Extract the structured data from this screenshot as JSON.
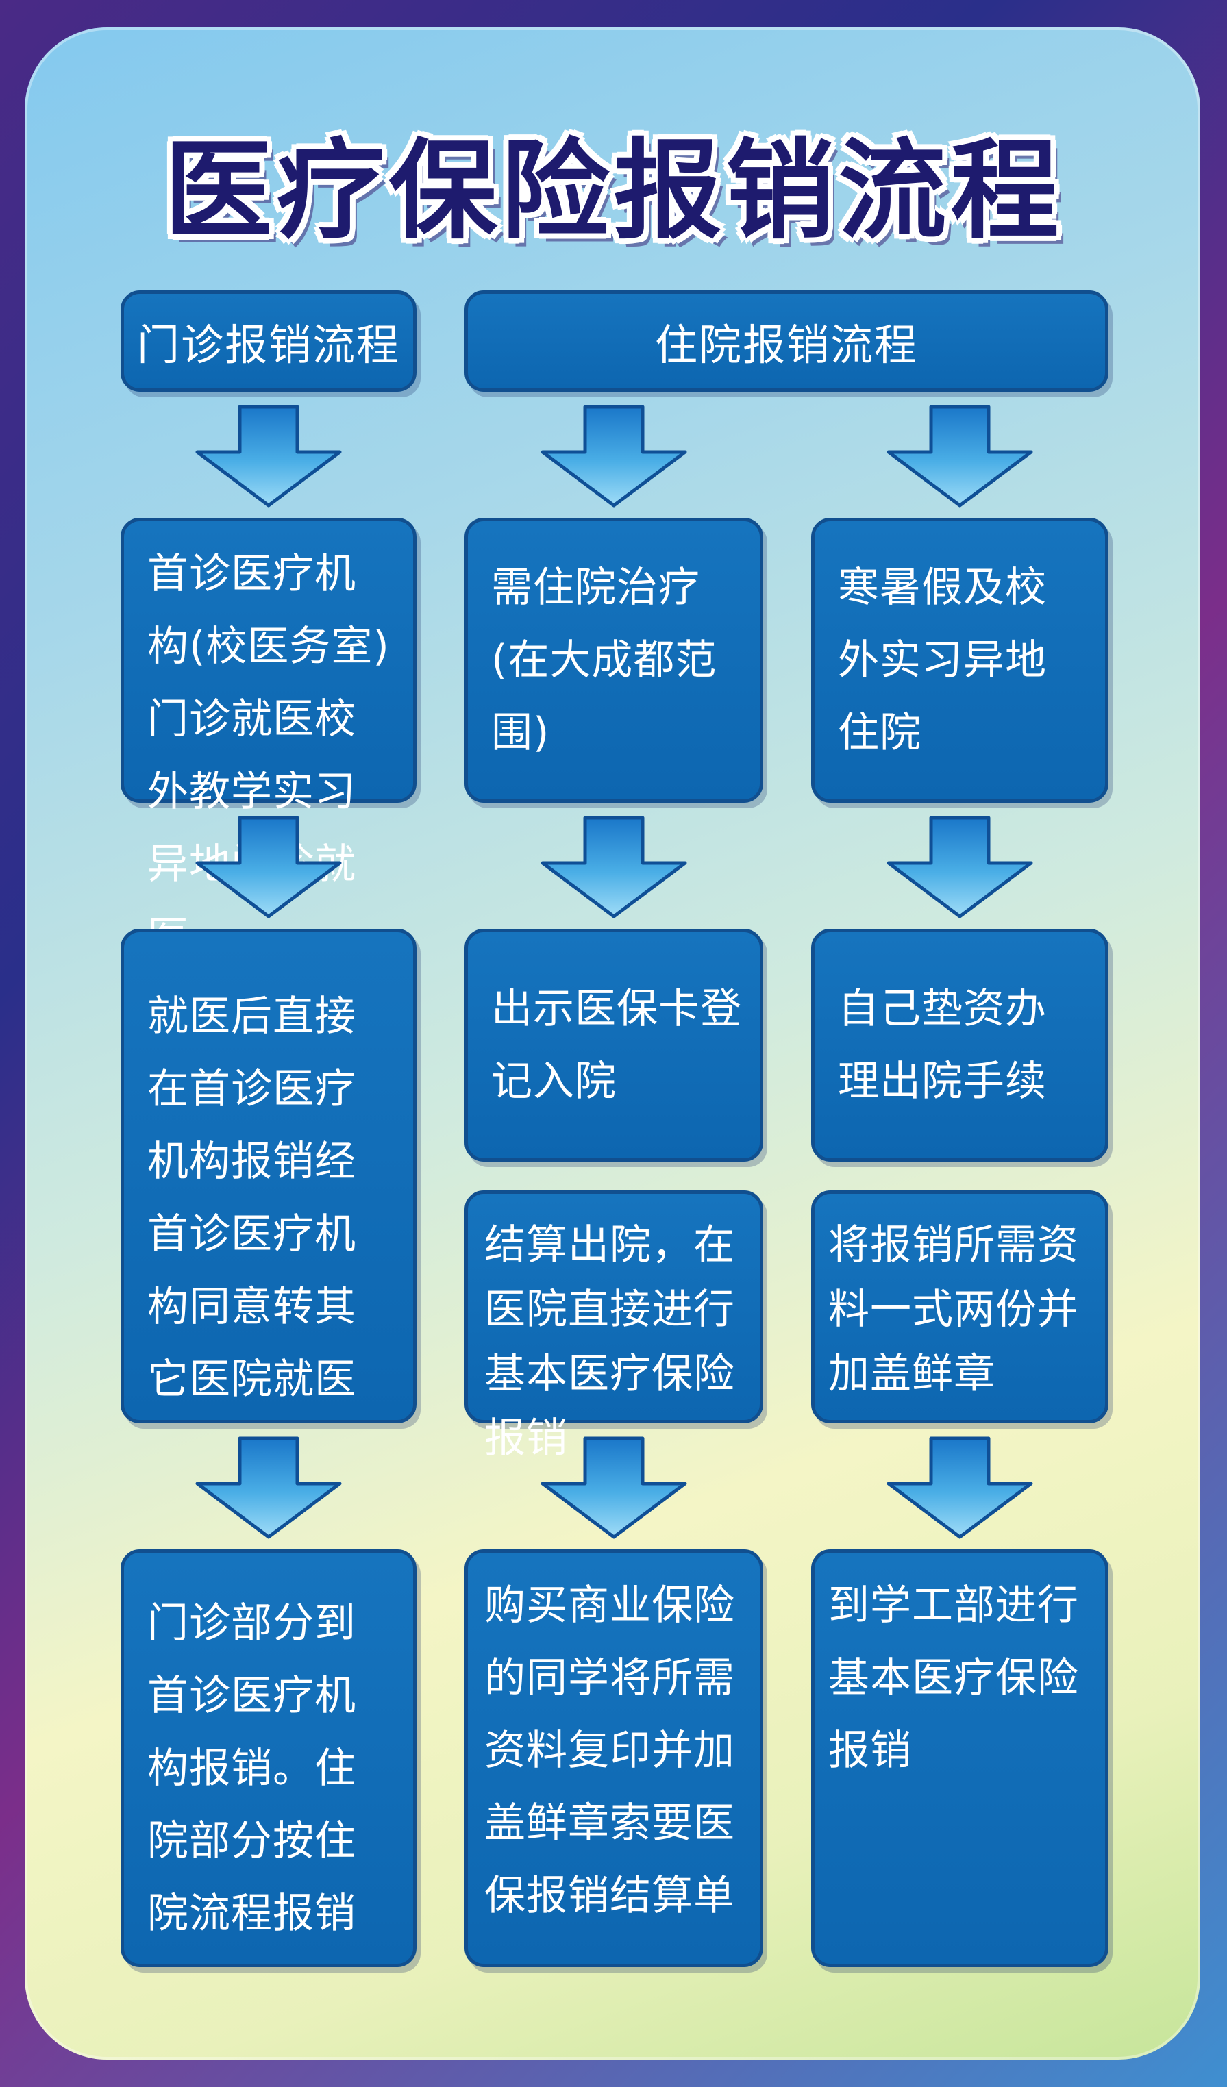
{
  "title": "医疗保险报销流程",
  "colors": {
    "box_fill": "#0d66b0",
    "box_border": "#114f8f",
    "title_text": "#1e1b6e",
    "arrow_light": "#8fd3f5",
    "arrow_dark": "#1a77c9"
  },
  "headers": {
    "outpatient": "门诊报销流程",
    "inpatient": "住院报销流程"
  },
  "outpatient": {
    "step1": "首诊医疗机构(校医务室)门诊就医校外教学实习异地门诊就医",
    "step2": "就医后直接在首诊医疗机构报销经首诊医疗机构同意转其它医院就医",
    "step3": "门诊部分到首诊医疗机构报销。住院部分按住院流程报销"
  },
  "inpatient_local": {
    "step1": "需住院治疗(在大成都范围)",
    "step2": "出示医保卡登记入院",
    "step3": "结算出院，在医院直接进行基本医疗保险报销",
    "step4": "购买商业保险的同学将所需资料复印并加盖鲜章索要医保报销结算单"
  },
  "inpatient_remote": {
    "step1": "寒暑假及校外实习异地住院",
    "step2": "自己垫资办理出院手续",
    "step3": "将报销所需资料一式两份并加盖鲜章",
    "step4": "到学工部进行基本医疗保险报销"
  },
  "icons": {
    "arrow": "down-arrow-icon"
  }
}
